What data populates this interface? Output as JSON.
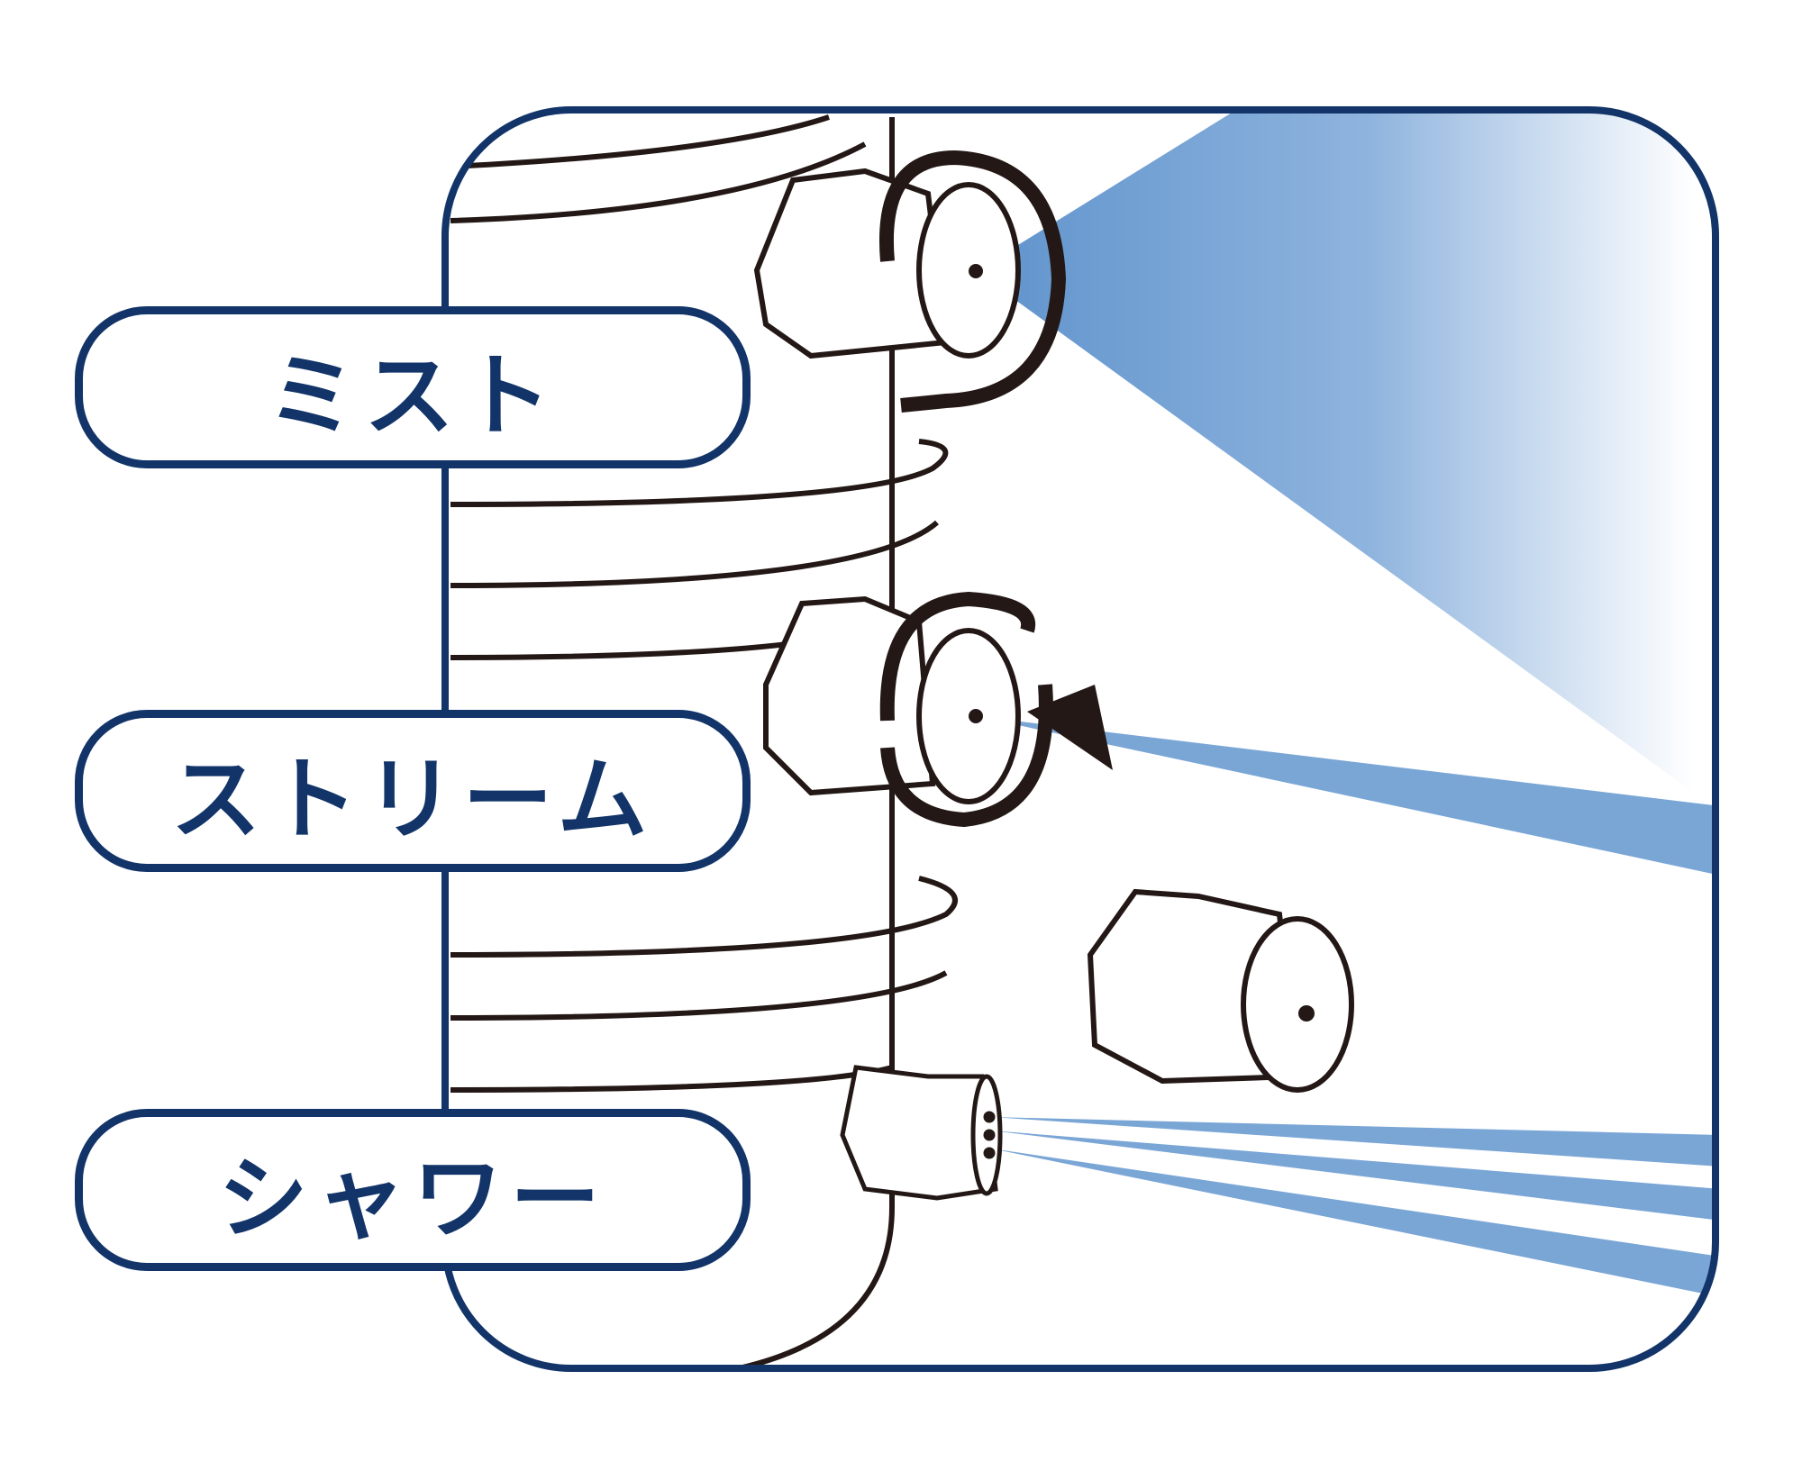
{
  "labels": {
    "mist": "ミスト",
    "stream": "ストリーム",
    "shower": "シャワー"
  },
  "colors": {
    "frame": "#123468",
    "spray": "#7aa6d6",
    "line": "#231815"
  }
}
